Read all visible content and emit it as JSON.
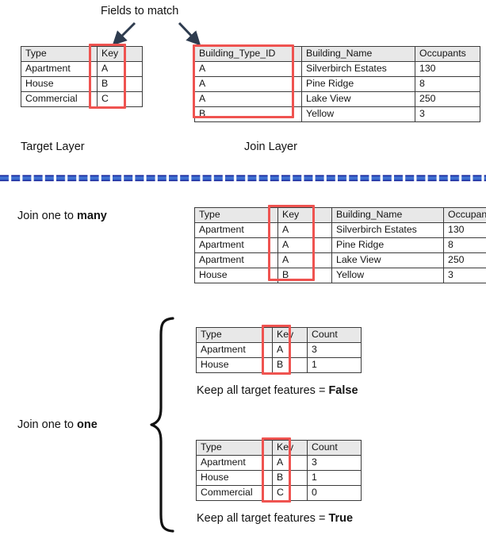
{
  "diagram": {
    "title_note": "Fields to match",
    "labels": {
      "target_layer": "Target Layer",
      "join_layer": "Join Layer",
      "join_one_to_many_pre": "Join one to ",
      "join_one_to_many_bold": "many",
      "join_one_to_one_pre": "Join one to ",
      "join_one_to_one_bold": "one",
      "keep_false_pre": "Keep all target features = ",
      "keep_false_bold": "False",
      "keep_true_pre": "Keep all target features = ",
      "keep_true_bold": "True"
    },
    "colors": {
      "highlight_red": "#ef5350",
      "header_gray": "#e8e8e8",
      "border_gray": "#3c3c3c",
      "arrow_navy": "#2e3c4f",
      "divider_blue": "#3f6fd1",
      "divider_blue_dark": "#16259b",
      "brace_black": "#111111"
    },
    "target_table": {
      "headers": [
        "Type",
        "Key"
      ],
      "rows": [
        [
          "Apartment",
          "A"
        ],
        [
          "House",
          "B"
        ],
        [
          "Commercial",
          "C"
        ]
      ]
    },
    "join_table": {
      "headers": [
        "Building_Type_ID",
        "Building_Name",
        "Occupants"
      ],
      "rows": [
        [
          "A",
          "Silverbirch Estates",
          "130"
        ],
        [
          "A",
          "Pine Ridge",
          "8"
        ],
        [
          "A",
          "Lake View",
          "250"
        ],
        [
          "B",
          "Yellow",
          "3"
        ]
      ]
    },
    "one_to_many_table": {
      "headers": [
        "Type",
        "Key",
        "Building_Name",
        "Occupants"
      ],
      "rows": [
        [
          "Apartment",
          "A",
          "Silverbirch Estates",
          "130"
        ],
        [
          "Apartment",
          "A",
          "Pine Ridge",
          "8"
        ],
        [
          "Apartment",
          "A",
          "Lake View",
          "250"
        ],
        [
          "House",
          "B",
          "Yellow",
          "3"
        ]
      ]
    },
    "one_to_one_false_table": {
      "headers": [
        "Type",
        "Key",
        "Count"
      ],
      "rows": [
        [
          "Apartment",
          "A",
          "3"
        ],
        [
          "House",
          "B",
          "1"
        ]
      ]
    },
    "one_to_one_true_table": {
      "headers": [
        "Type",
        "Key",
        "Count"
      ],
      "rows": [
        [
          "Apartment",
          "A",
          "3"
        ],
        [
          "House",
          "B",
          "1"
        ],
        [
          "Commercial",
          "C",
          "0"
        ]
      ]
    }
  }
}
